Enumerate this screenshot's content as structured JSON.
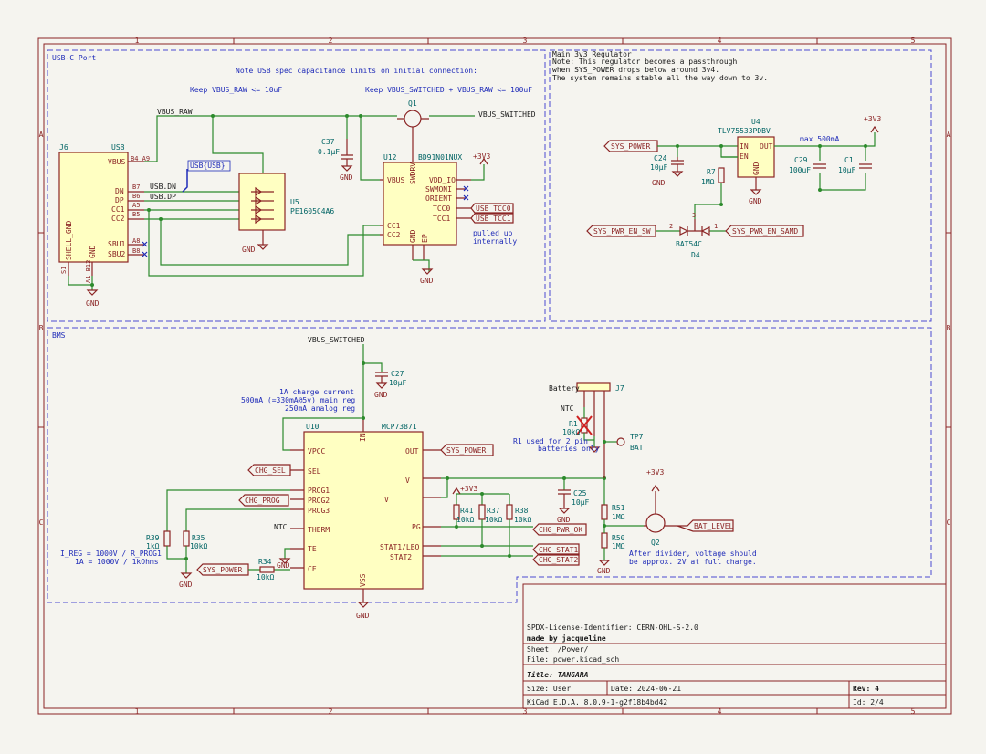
{
  "sheet": {
    "col_numbers": [
      "1",
      "2",
      "3",
      "4",
      "5"
    ],
    "row_letters": [
      "A",
      "B",
      "C"
    ]
  },
  "sections": {
    "usbc": "USB-C Port",
    "reg": "Main 3v3 Regulator",
    "bms": "BMS"
  },
  "notes": {
    "usb_spec": "Note USB spec capacitance limits on initial connection:",
    "keep_raw": "Keep VBUS_RAW <= 10uF",
    "keep_total": "Keep VBUS_SWITCHED + VBUS_RAW <= 100uF",
    "reg_1": "Note: This regulator becomes a passthrough",
    "reg_2": "when SYS_POWER drops below around 3v4.",
    "reg_3": "The system remains stable all the way down to 3v.",
    "max_500": "max 500mA",
    "pulled_1": "pulled up",
    "pulled_2": "internally",
    "charge_1": "1A charge current",
    "charge_2": "500mA (=330mA@5v) main reg",
    "charge_3": "250mA analog reg",
    "ireg_1": "I_REG = 1000V / R_PROG1",
    "ireg_2": "1A = 1000V / 1kOhms",
    "r1_1": "R1 used for 2 pin",
    "r1_2": "batteries only",
    "divider_1": "After divider, voltage should",
    "divider_2": "be approx. 2V at full charge."
  },
  "nets": {
    "vbus_raw": "VBUS_RAW",
    "vbus_switched": "VBUS_SWITCHED",
    "vbus_switched_bms": "VBUS_SWITCHED",
    "usb_bus": "USB{USB}",
    "usb_dn": "USB.DN",
    "usb_dp": "USB.DP",
    "gnd": "GND",
    "p3v3": "+3V3"
  },
  "labels": {
    "usb_tcc0": "USB_TCC0",
    "usb_tcc1": "USB_TCC1",
    "sys_power_reg": "SYS_POWER",
    "sys_pwr_en_sw": "SYS_PWR_EN_SW",
    "sys_pwr_en_samd": "SYS_PWR_EN_SAMD",
    "sys_power_bms": "SYS_POWER",
    "chg_sel": "CHG_SEL",
    "chg_prog": "CHG_PROG",
    "sys_power_ce": "SYS_POWER",
    "chg_pwr_ok": "CHG_PWR_OK",
    "chg_stat1": "CHG_STAT1",
    "chg_stat2": "CHG_STAT2",
    "bat_level": "BAT_LEVEL"
  },
  "components": {
    "j6": {
      "ref": "J6",
      "value": "USB",
      "pins": {
        "vbus": "VBUS",
        "dn": "DN",
        "dp": "DP",
        "cc1": "CC1",
        "cc2": "CC2",
        "sbu1": "SBU1",
        "sbu2": "SBU2",
        "shell": "SHELL_GND",
        "gnd": "GND"
      },
      "pinnums": {
        "b4a9": "B4_A9",
        "b7": "B7",
        "b6": "B6",
        "a5": "A5",
        "b5": "B5",
        "a8": "A8",
        "b8": "B8",
        "s1": "S1",
        "a1b12": "A1_B12"
      }
    },
    "u5": {
      "ref": "U5",
      "value": "PE1605C4A6"
    },
    "q1": {
      "ref": "Q1"
    },
    "c37": {
      "ref": "C37",
      "value": "0.1µF"
    },
    "u12": {
      "ref": "U12",
      "value": "BD91N01NUX",
      "pins": {
        "vbus": "VBUS",
        "swdrv": "SWDRV",
        "vddio": "VDD_IO",
        "swmoni": "SWMONI",
        "orient": "ORIENT",
        "tcc0": "TCC0",
        "tcc1": "TCC1",
        "cc1": "CC1",
        "cc2": "CC2",
        "gnd": "GND",
        "ep": "EP"
      }
    },
    "u4": {
      "ref": "U4",
      "value": "TLV75533PDBV",
      "pins": {
        "in": "IN",
        "en": "EN",
        "out": "OUT",
        "gnd": "GND"
      }
    },
    "c24": {
      "ref": "C24",
      "value": "10µF"
    },
    "c29": {
      "ref": "C29",
      "value": "100uF"
    },
    "c1": {
      "ref": "C1",
      "value": "10µF"
    },
    "r7": {
      "ref": "R7",
      "value": "1MΩ"
    },
    "d4": {
      "ref": "D4",
      "value": "BAT54C"
    },
    "c27": {
      "ref": "C27",
      "value": "10µF"
    },
    "u10": {
      "ref": "U10",
      "value": "MCP73871",
      "pins": {
        "in": "IN",
        "vpcc": "VPCC",
        "sel": "SEL",
        "prog1": "PROG1",
        "prog2": "PROG2",
        "prog3": "PROG3",
        "therm": "THERM",
        "te": "TE",
        "ce": "CE",
        "out": "OUT",
        "vbat": "V",
        "vbatsense": "V",
        "pg": "PG",
        "stat1": "STAT1/LBO",
        "stat2": "STAT2",
        "vss": "VSS"
      }
    },
    "r39": {
      "ref": "R39",
      "value": "1kΩ"
    },
    "r35": {
      "ref": "R35",
      "value": "10kΩ"
    },
    "r34": {
      "ref": "R34",
      "value": "10kΩ"
    },
    "r41": {
      "ref": "R41",
      "value": "10kΩ"
    },
    "r37": {
      "ref": "R37",
      "value": "10kΩ"
    },
    "r38": {
      "ref": "R38",
      "value": "10kΩ"
    },
    "c25": {
      "ref": "C25",
      "value": "10µF"
    },
    "j7": {
      "ref": "J7",
      "value": "Battery"
    },
    "r1": {
      "ref": "R1",
      "value": "10kΩ"
    },
    "tp7": {
      "ref": "TP7",
      "value": "BAT"
    },
    "r51": {
      "ref": "R51",
      "value": "1MΩ"
    },
    "r50": {
      "ref": "R50",
      "value": "1MΩ"
    },
    "q2": {
      "ref": "Q2"
    },
    "ntc": "NTC"
  },
  "title_block": {
    "license": "SPDX-License-Identifier: CERN-OHL-S-2.0",
    "author": "made by jacqueline",
    "sheet": "Sheet: /Power/",
    "file": "File: power.kicad_sch",
    "title": "Title: TANGARA",
    "size": "Size: User",
    "date": "Date: 2024-06-21",
    "rev": "Rev: 4",
    "tool": "KiCad E.D.A. 8.0.9-1-g2f18b4bd42",
    "id": "Id: 2/4"
  },
  "colors": {
    "background": "#f5f4ef",
    "border": "#8b2424",
    "wire": "#2c8a2c",
    "symbol": "#8b2424",
    "symbol_fill": "#ffffc2",
    "text_blue": "#1f2bb8",
    "ref_text": "#006464",
    "section_dash": "#4a4ad0"
  }
}
